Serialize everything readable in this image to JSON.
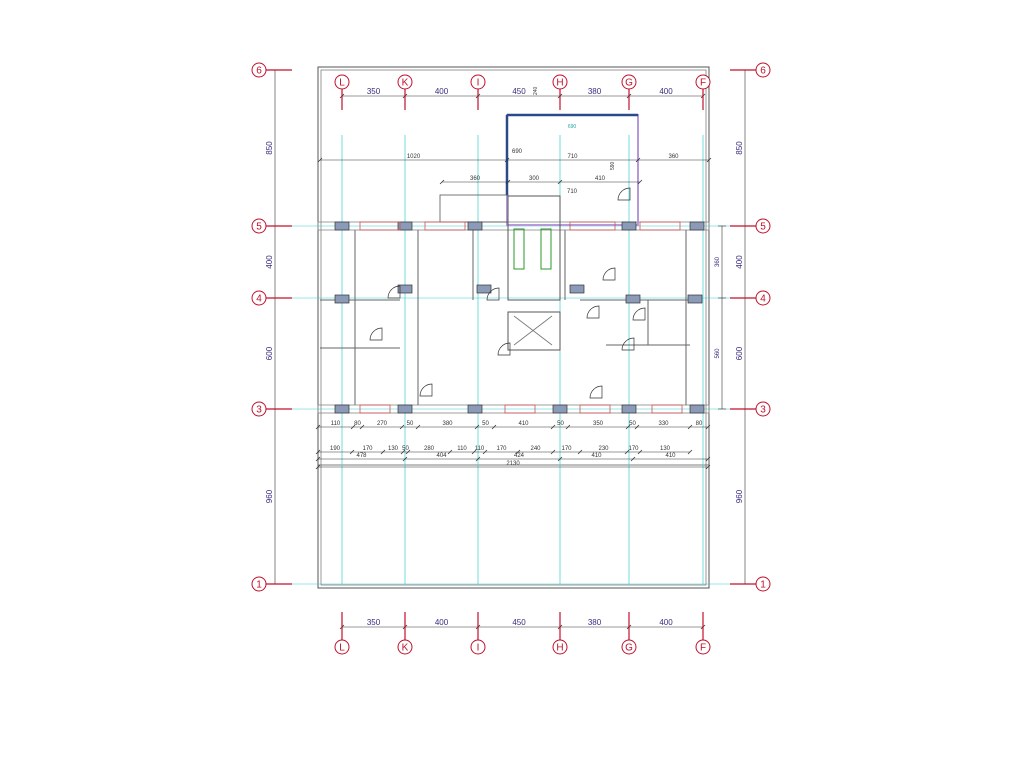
{
  "grid": {
    "columns": [
      "L",
      "K",
      "I",
      "H",
      "G",
      "F"
    ],
    "rows": [
      "6",
      "5",
      "4",
      "3",
      "1"
    ],
    "column_spacings": [
      "350",
      "400",
      "450",
      "380",
      "400"
    ],
    "row_spacings": [
      "850",
      "400",
      "600",
      "960"
    ],
    "inner_right_spacings": [
      "360",
      "560"
    ]
  },
  "dimensions": {
    "top_overall": [
      "1020",
      "710",
      "360"
    ],
    "top_box_height": "690",
    "top_box_width": "690",
    "top_box_side": "590",
    "top_tick": "240",
    "stair_row": [
      "360",
      "300",
      "410"
    ],
    "stair_total": "710",
    "bottom_row1": [
      "110",
      "80",
      "270",
      "50",
      "380",
      "50",
      "410",
      "50",
      "350",
      "50",
      "330",
      "80"
    ],
    "bottom_row2": [
      "190",
      "170",
      "130",
      "50",
      "280",
      "110",
      "110",
      "170",
      "240",
      "170",
      "230",
      "170",
      "130"
    ],
    "bottom_row3": [
      "478",
      "404",
      "424",
      "410",
      "410"
    ],
    "bottom_total": "2130"
  },
  "colors": {
    "grid_bubble": "#c0102a",
    "grid_line": "#35d0d0",
    "dimension": "#3a2a80",
    "wall": "#4a6a9a",
    "outline": "#555555"
  }
}
